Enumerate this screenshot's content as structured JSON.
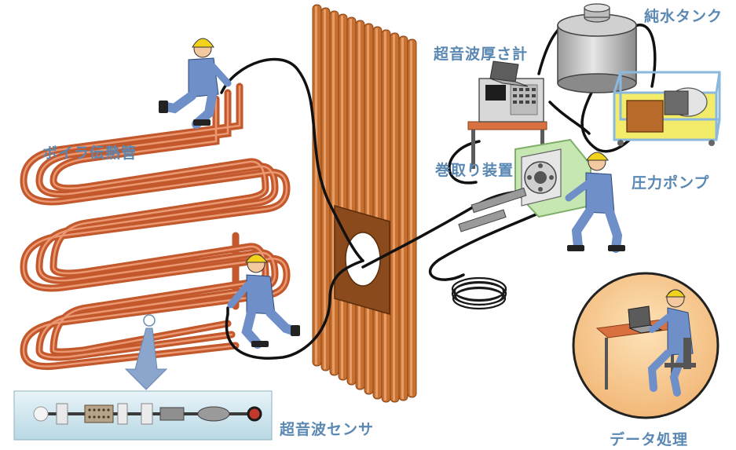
{
  "labels": {
    "boiler_tubes": "ボイラ伝熱管",
    "thickness_meter": "超音波厚さ計",
    "pure_water_tank": "純水タンク",
    "winding_device": "巻取り装置",
    "pressure_pump": "圧力ポンプ",
    "ultrasonic_sensor": "超音波センサ",
    "data_processing": "データ処理"
  },
  "colors": {
    "label": "#5a88b3",
    "tube": "#d9703f",
    "tube_highlight": "#f2a27a",
    "wall": "#c8702f",
    "cable": "#111111",
    "worker_suit": "#6f8fc9",
    "helmet": "#f2d21b",
    "circle_fill": "#f7c98a",
    "circle_edge": "#2a2a2a",
    "sensor_bg": "#cfe6ee"
  },
  "icons": {
    "worker_top": "worker-icon",
    "worker_mid": "worker-icon",
    "worker_right": "worker-icon",
    "operator": "operator-at-laptop-icon",
    "tank": "water-tank-icon",
    "pump": "pressure-pump-icon",
    "meter": "ultrasonic-meter-icon",
    "winder": "winding-device-icon",
    "cable_coil": "cable-coil-icon",
    "sensor": "ultrasonic-sensor-probe-icon",
    "arrow": "down-arrow-icon"
  }
}
